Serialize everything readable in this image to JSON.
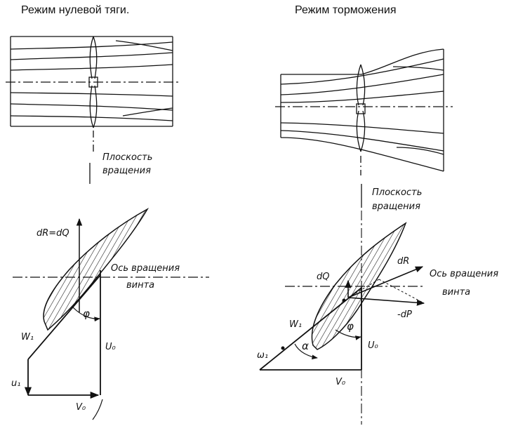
{
  "left": {
    "title": "Режим нулевой тяги.",
    "plane_label_1": "Плоскость",
    "plane_label_2": "вращения",
    "force_label": "dR=dQ",
    "axis_label_1": "Ось вращения",
    "axis_label_2": "винта",
    "angle_phi": "φ",
    "vec_w1": "W₁",
    "vec_u0": "U₀",
    "vec_u1": "u₁",
    "vec_v0": "V₀"
  },
  "right": {
    "title": "Режим торможения",
    "plane_label_1": "Плоскость",
    "plane_label_2": "вращения",
    "force_dq": "dQ",
    "force_dr": "dR",
    "force_dp": "-dP",
    "axis_label_1": "Ось вращения",
    "axis_label_2": "винта",
    "angle_phi": "φ",
    "angle_alpha": "α",
    "vec_w1": "W₁",
    "vec_u0": "U₀",
    "vec_omega1": "ω₁",
    "vec_v0": "V₀"
  }
}
